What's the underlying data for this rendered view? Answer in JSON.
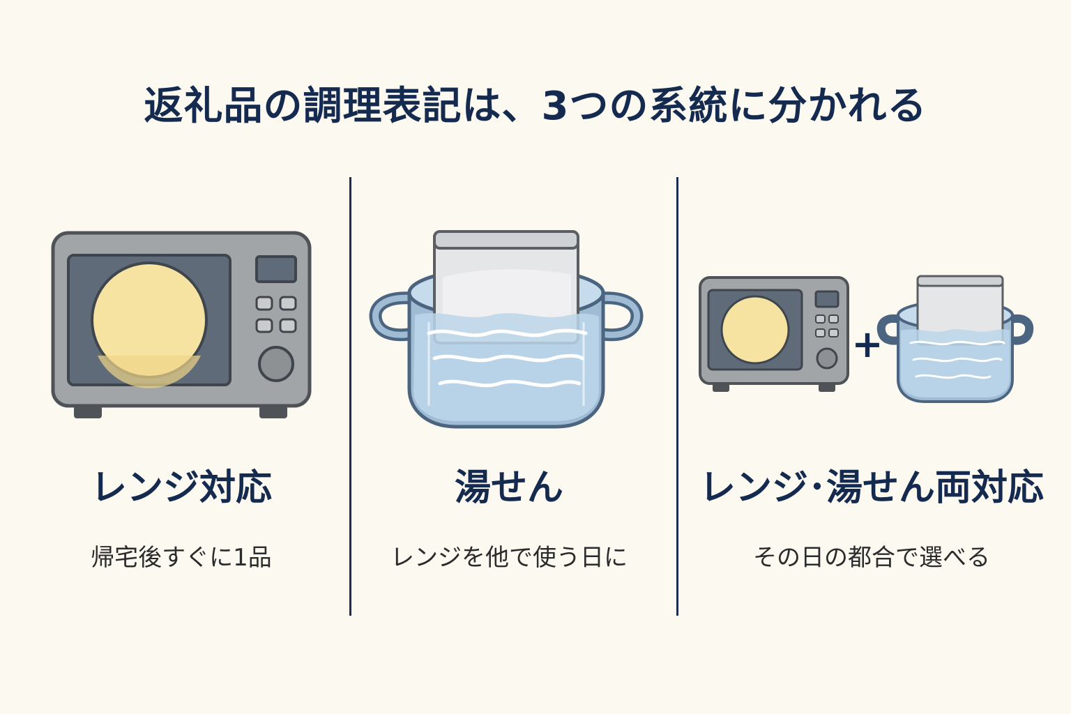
{
  "title": "返礼品の調理表記は、3つの系統に分かれる",
  "columns": [
    {
      "label": "レンジ対応",
      "caption": "帰宅後すぐに1品",
      "icon": "microwave-icon"
    },
    {
      "label": "湯せん",
      "caption": "レンジを他で使う日に",
      "icon": "pot-with-pouch-icon"
    },
    {
      "label": "レンジ･湯せん両対応",
      "caption": "その日の都合で選べる",
      "icon": "microwave-plus-pot-icon"
    }
  ],
  "plus_symbol": "+",
  "colors": {
    "title": "#152a4f",
    "background": "#fcf9f1",
    "microwave_body": "#a2a5a7",
    "microwave_window": "#5f6b78",
    "plate": "#f6e3a1",
    "pot": "#9fbcd4",
    "pot_outline": "#4b6480",
    "water": "#bcd6ea"
  }
}
